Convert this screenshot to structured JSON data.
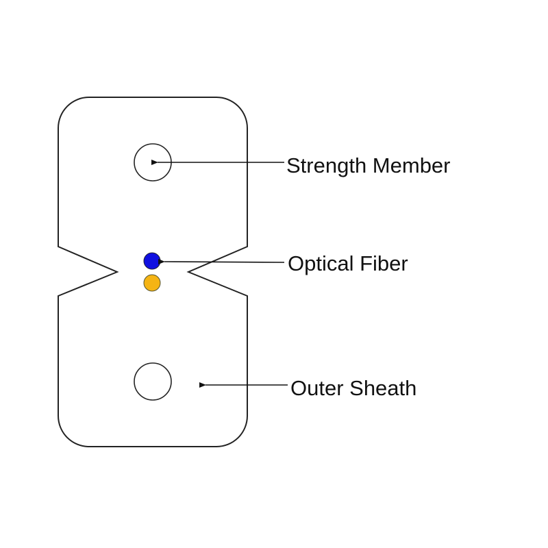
{
  "diagram": {
    "labels": {
      "strength_member": "Strength Member",
      "optical_fiber": "Optical Fiber",
      "outer_sheath": "Outer Sheath"
    },
    "colors": {
      "outline": "#222222",
      "fiber_1": "#1010e0",
      "fiber_2": "#f5b414"
    }
  }
}
